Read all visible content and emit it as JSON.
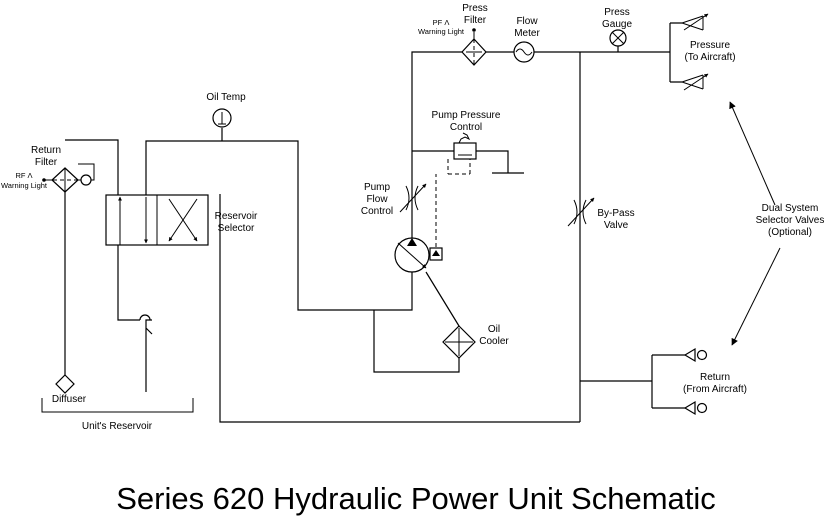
{
  "diagram": {
    "title": "Series 620 Hydraulic Power Unit Schematic",
    "components": {
      "press_filter": [
        "Press",
        "Filter"
      ],
      "pf_warning": [
        "PF Λ",
        "Warning Light"
      ],
      "flow_meter": [
        "Flow",
        "Meter"
      ],
      "press_gauge": [
        "Press",
        "Gauge"
      ],
      "pressure_out": [
        "Pressure",
        "(To Aircraft)"
      ],
      "oil_temp": "Oil Temp",
      "pump_pressure_control": [
        "Pump Pressure",
        "Control"
      ],
      "return_filter": [
        "Return",
        "Filter"
      ],
      "rf_warning": [
        "RF Λ",
        "Warning Light"
      ],
      "reservoir_selector": [
        "Reservoir",
        "Selector"
      ],
      "pump_flow_control": [
        "Pump",
        "Flow",
        "Control"
      ],
      "bypass_valve": [
        "By-Pass",
        "Valve"
      ],
      "dual_system_valves": [
        "Dual System",
        "Selector Valves",
        "(Optional)"
      ],
      "oil_cooler": [
        "Oil",
        "Cooler"
      ],
      "return_in": [
        "Return",
        "(From Aircraft)"
      ],
      "diffuser": "Diffuser",
      "reservoir": "Unit's Reservoir"
    }
  }
}
